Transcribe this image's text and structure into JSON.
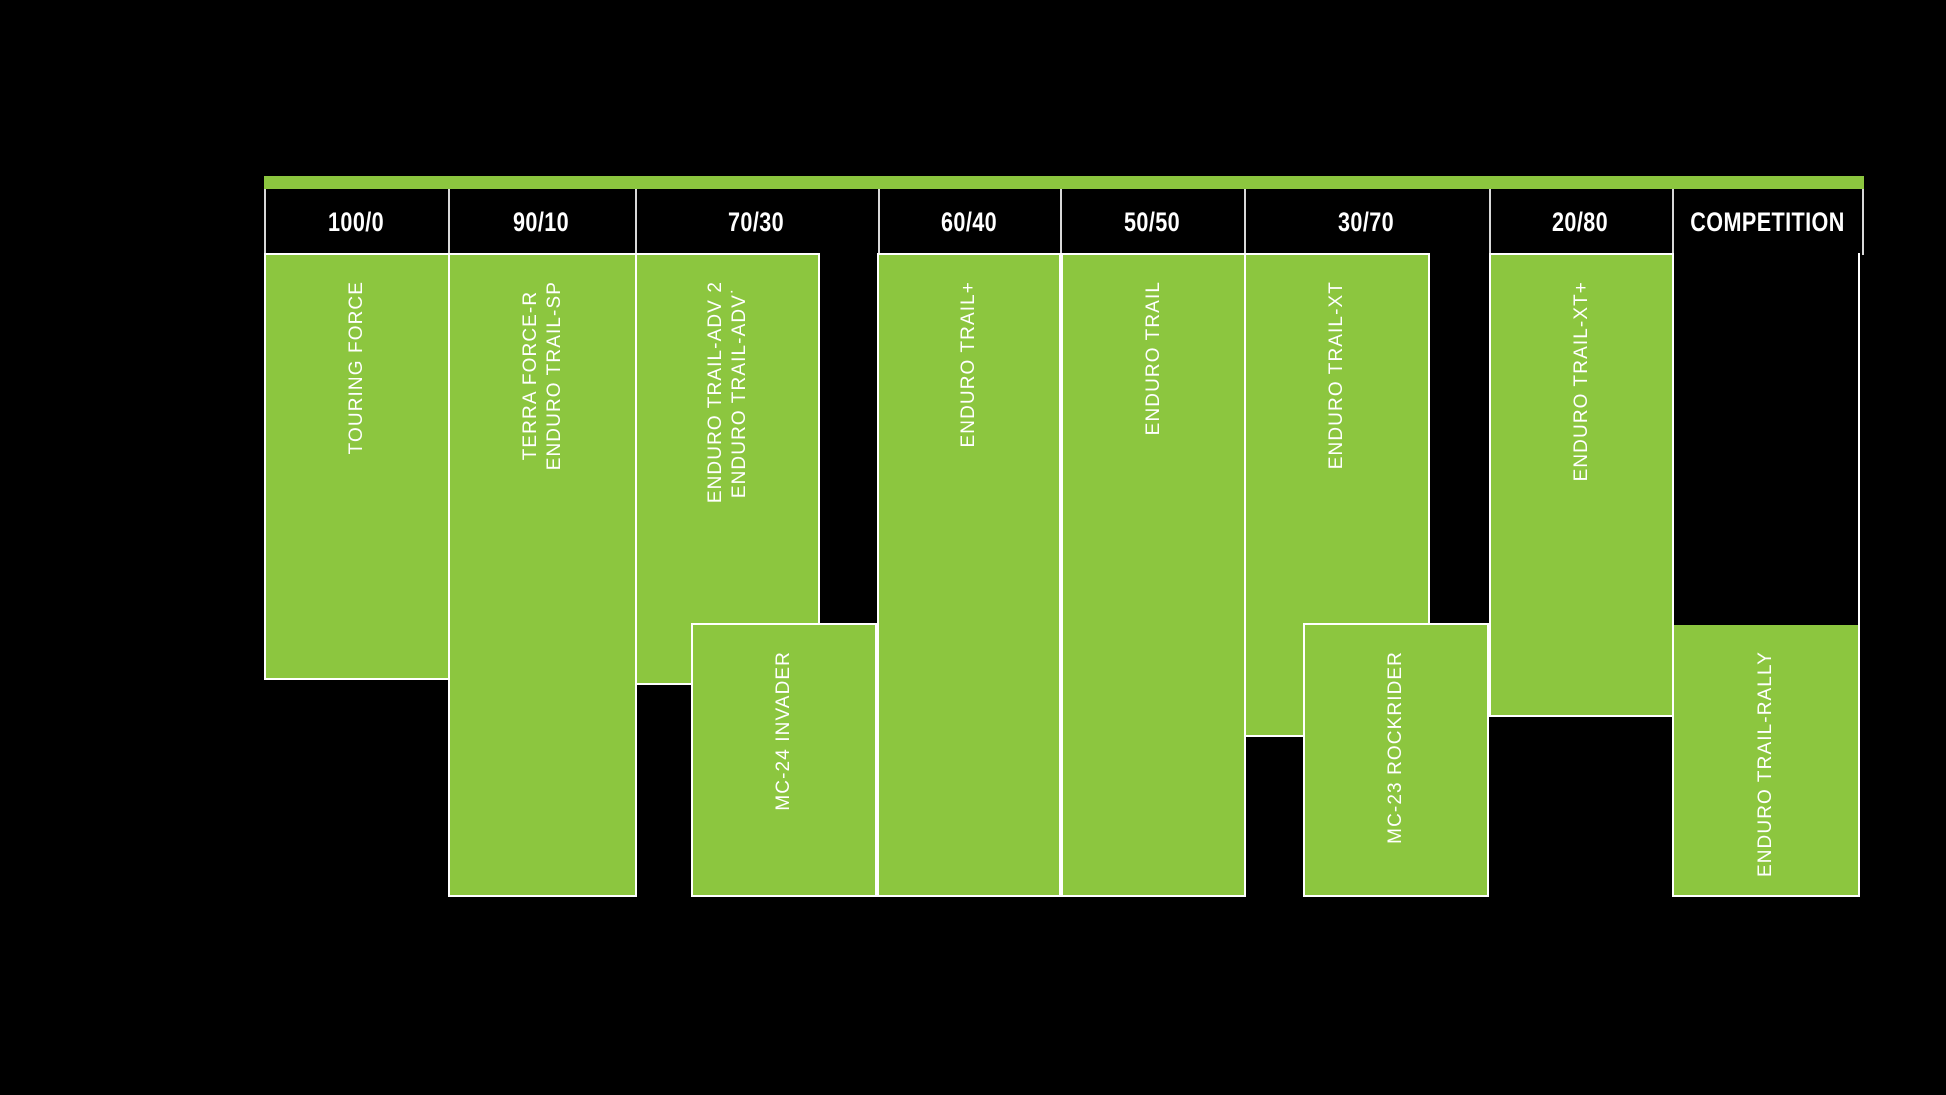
{
  "meta": {
    "background_color": "#000000",
    "accent_color": "#8cc63f",
    "outline_color": "#ffffff",
    "text_color": "#ffffff"
  },
  "accent_bar": {
    "name": "top-accent-bar"
  },
  "header": {
    "columns": [
      {
        "label": "100/0"
      },
      {
        "label": "90/10"
      },
      {
        "label": "70/30"
      },
      {
        "label": "60/40"
      },
      {
        "label": "50/50"
      },
      {
        "label": "30/70"
      },
      {
        "label": "20/80"
      },
      {
        "label": "COMPETITION"
      }
    ]
  },
  "chart_data": {
    "type": "bar",
    "title": "",
    "xlabel": "",
    "ylabel": "",
    "categories": [
      "100/0",
      "90/10",
      "70/30",
      "60/40",
      "50/50",
      "30/70",
      "20/80",
      "COMPETITION"
    ],
    "legend": [],
    "grid": false,
    "notes": "Horizontal road/off-road usage ratio chart. Each green block is a tyre model spanning one or more ratio columns; vertical extent indicates coverage band.",
    "bars": [
      {
        "label": "TOURING FORCE",
        "columns": [
          "100/0"
        ],
        "band": "upper"
      },
      {
        "label": "TERRA FORCE-R\nENDURO TRAIL-SP",
        "columns": [
          "90/10"
        ],
        "band": "full"
      },
      {
        "label": "ENDURO TRAIL-ADV 2\nENDURO TRAIL-ADV˙",
        "columns": [
          "70/30"
        ],
        "band": "upper"
      },
      {
        "label": "MC-24 INVADER",
        "columns": [
          "70/30"
        ],
        "band": "lower"
      },
      {
        "label": "ENDURO TRAIL+",
        "columns": [
          "60/40"
        ],
        "band": "full"
      },
      {
        "label": "ENDURO TRAIL",
        "columns": [
          "50/50"
        ],
        "band": "full"
      },
      {
        "label": "ENDURO TRAIL-XT",
        "columns": [
          "30/70"
        ],
        "band": "upper"
      },
      {
        "label": "MC-23 ROCKRIDER",
        "columns": [
          "30/70"
        ],
        "band": "lower"
      },
      {
        "label": "ENDURO TRAIL-XT+",
        "columns": [
          "20/80"
        ],
        "band": "upper"
      },
      {
        "label": "ENDURO TRAIL-RALLY",
        "columns": [
          "COMPETITION"
        ],
        "band": "lower"
      }
    ]
  }
}
